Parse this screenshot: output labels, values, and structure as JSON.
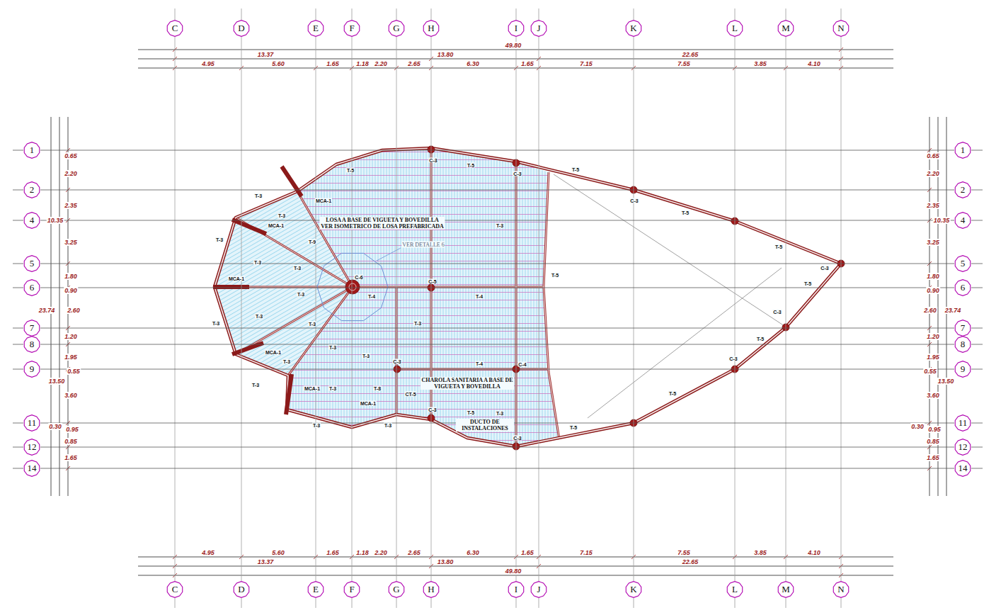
{
  "diagram": {
    "nodes": [
      {
        "text": [
          "C"
        ]
      },
      {
        "text": [
          "D"
        ]
      },
      {
        "text": [
          "E"
        ]
      },
      {
        "text": [
          "F"
        ]
      },
      {
        "text": [
          "G"
        ]
      },
      {
        "text": [
          "H"
        ]
      },
      {
        "text": [
          "I"
        ]
      },
      {
        "text": [
          "J"
        ]
      },
      {
        "text": [
          "K"
        ]
      },
      {
        "text": [
          "L"
        ]
      },
      {
        "text": [
          "M"
        ]
      },
      {
        "text": [
          "N"
        ]
      },
      {
        "text": [
          "1"
        ]
      },
      {
        "text": [
          "1"
        ]
      },
      {
        "text": [
          "2"
        ]
      },
      {
        "text": [
          "2"
        ]
      },
      {
        "text": [
          "4"
        ]
      },
      {
        "text": [
          "4"
        ]
      },
      {
        "text": [
          "5"
        ]
      },
      {
        "text": [
          "5"
        ]
      },
      {
        "text": [
          "6"
        ]
      },
      {
        "text": [
          "6"
        ]
      },
      {
        "text": [
          "7"
        ]
      },
      {
        "text": [
          "7"
        ]
      },
      {
        "text": [
          "8"
        ]
      },
      {
        "text": [
          "8"
        ]
      },
      {
        "text": [
          "9"
        ]
      },
      {
        "text": [
          "9"
        ]
      },
      {
        "text": [
          "11"
        ]
      },
      {
        "text": [
          "11"
        ]
      },
      {
        "text": [
          "12"
        ]
      },
      {
        "text": [
          "12"
        ]
      },
      {
        "text": [
          "14"
        ]
      },
      {
        "text": [
          "14"
        ]
      },
      {
        "text": [
          "C"
        ]
      },
      {
        "text": [
          "D"
        ]
      },
      {
        "text": [
          "E"
        ]
      },
      {
        "text": [
          "F"
        ]
      },
      {
        "text": [
          "G"
        ]
      },
      {
        "text": [
          "H"
        ]
      },
      {
        "text": [
          "I"
        ]
      },
      {
        "text": [
          "J"
        ]
      },
      {
        "text": [
          "K"
        ]
      },
      {
        "text": [
          "L"
        ]
      },
      {
        "text": [
          "M"
        ]
      },
      {
        "text": [
          "N"
        ]
      }
    ],
    "edges": [
      {
        "from": 0,
        "to": 34,
        "arrow": "none"
      },
      {
        "from": 1,
        "to": 35,
        "arrow": "none"
      },
      {
        "from": 2,
        "to": 36,
        "arrow": "none"
      },
      {
        "from": 3,
        "to": 37,
        "arrow": "none"
      },
      {
        "from": 4,
        "to": 38,
        "arrow": "none"
      },
      {
        "from": 5,
        "to": 39,
        "arrow": "none"
      },
      {
        "from": 6,
        "to": 40,
        "arrow": "none"
      },
      {
        "from": 7,
        "to": 41,
        "arrow": "none"
      },
      {
        "from": 8,
        "to": 42,
        "arrow": "none"
      },
      {
        "from": 9,
        "to": 43,
        "arrow": "none"
      },
      {
        "from": 10,
        "to": 44,
        "arrow": "none"
      },
      {
        "from": 11,
        "to": 45,
        "arrow": "none"
      },
      {
        "from": 12,
        "to": 13,
        "arrow": "none"
      },
      {
        "from": 14,
        "to": 15,
        "arrow": "none"
      },
      {
        "from": 16,
        "to": 17,
        "arrow": "none"
      },
      {
        "from": 18,
        "to": 19,
        "arrow": "none"
      },
      {
        "from": 20,
        "to": 21,
        "arrow": "none"
      },
      {
        "from": 22,
        "to": 23,
        "arrow": "none"
      },
      {
        "from": 24,
        "to": 25,
        "arrow": "none"
      },
      {
        "from": 26,
        "to": 27,
        "arrow": "none"
      },
      {
        "from": 28,
        "to": 29,
        "arrow": "none"
      },
      {
        "from": 30,
        "to": 31,
        "arrow": "none"
      },
      {
        "from": 32,
        "to": 33,
        "arrow": "none"
      }
    ],
    "labels": [
      "49.80",
      "13.37",
      "13.80",
      "22.65",
      "4.95",
      "5.60",
      "1.65",
      "1.18",
      "2.20",
      "2.65",
      "6.30",
      "1.65",
      "7.15",
      "7.55",
      "3.85",
      "4.10",
      "4.95",
      "5.60",
      "1.65",
      "1.18",
      "2.20",
      "2.65",
      "6.30",
      "1.65",
      "7.15",
      "7.55",
      "3.85",
      "4.10",
      "13.37",
      "13.80",
      "22.65",
      "49.80",
      "0.65",
      "2.20",
      "2.35",
      "10.35",
      "3.25",
      "1.80",
      "0.90",
      "23.74",
      "2.60",
      "1.20",
      "1.95",
      "0.55",
      "13.50",
      "3.60",
      "0.30",
      "0.95",
      "0.85",
      "1.65",
      "0.65",
      "2.20",
      "2.35",
      "10.35",
      "3.25",
      "1.80",
      "0.90",
      "2.60",
      "23.74",
      "1.20",
      "1.95",
      "0.55",
      "13.50",
      "3.60",
      "0.30",
      "0.95",
      "0.85",
      "1.65",
      "LOSA A BASE DE VIGUETA Y BOVEDILLA VER ISOMETRICO DE LOSA PREFABRICADA",
      "VER DETALLE 6",
      "CHAROLA SANITARIA A BASE DE VIGUETA Y BOVEDILLA",
      "DUCTO DE INSTALACIONES",
      "T-5",
      "T-5",
      "T-5",
      "T-5",
      "T-5",
      "T-5",
      "T-5",
      "T-5",
      "T-5",
      "T-5",
      "T-5",
      "T-3",
      "T-3",
      "T-3",
      "T-3",
      "T-3",
      "T-3",
      "T-3",
      "T-3",
      "T-3",
      "T-3",
      "T-3",
      "T-3",
      "T-3",
      "T-3",
      "T-3",
      "T-3",
      "T-3",
      "T-3",
      "T-3",
      "T-9",
      "T-8",
      "T-4",
      "T-4",
      "T-4",
      "MCA-1",
      "MCA-1",
      "MCA-1",
      "MCA-1",
      "MCA-1",
      "MCA-1",
      "C-3",
      "C-3",
      "C-3",
      "C-3",
      "C-3",
      "C-3",
      "C-3",
      "C-3",
      "C-3",
      "C-6",
      "C-5",
      "C-4",
      "CT-5"
    ]
  }
}
